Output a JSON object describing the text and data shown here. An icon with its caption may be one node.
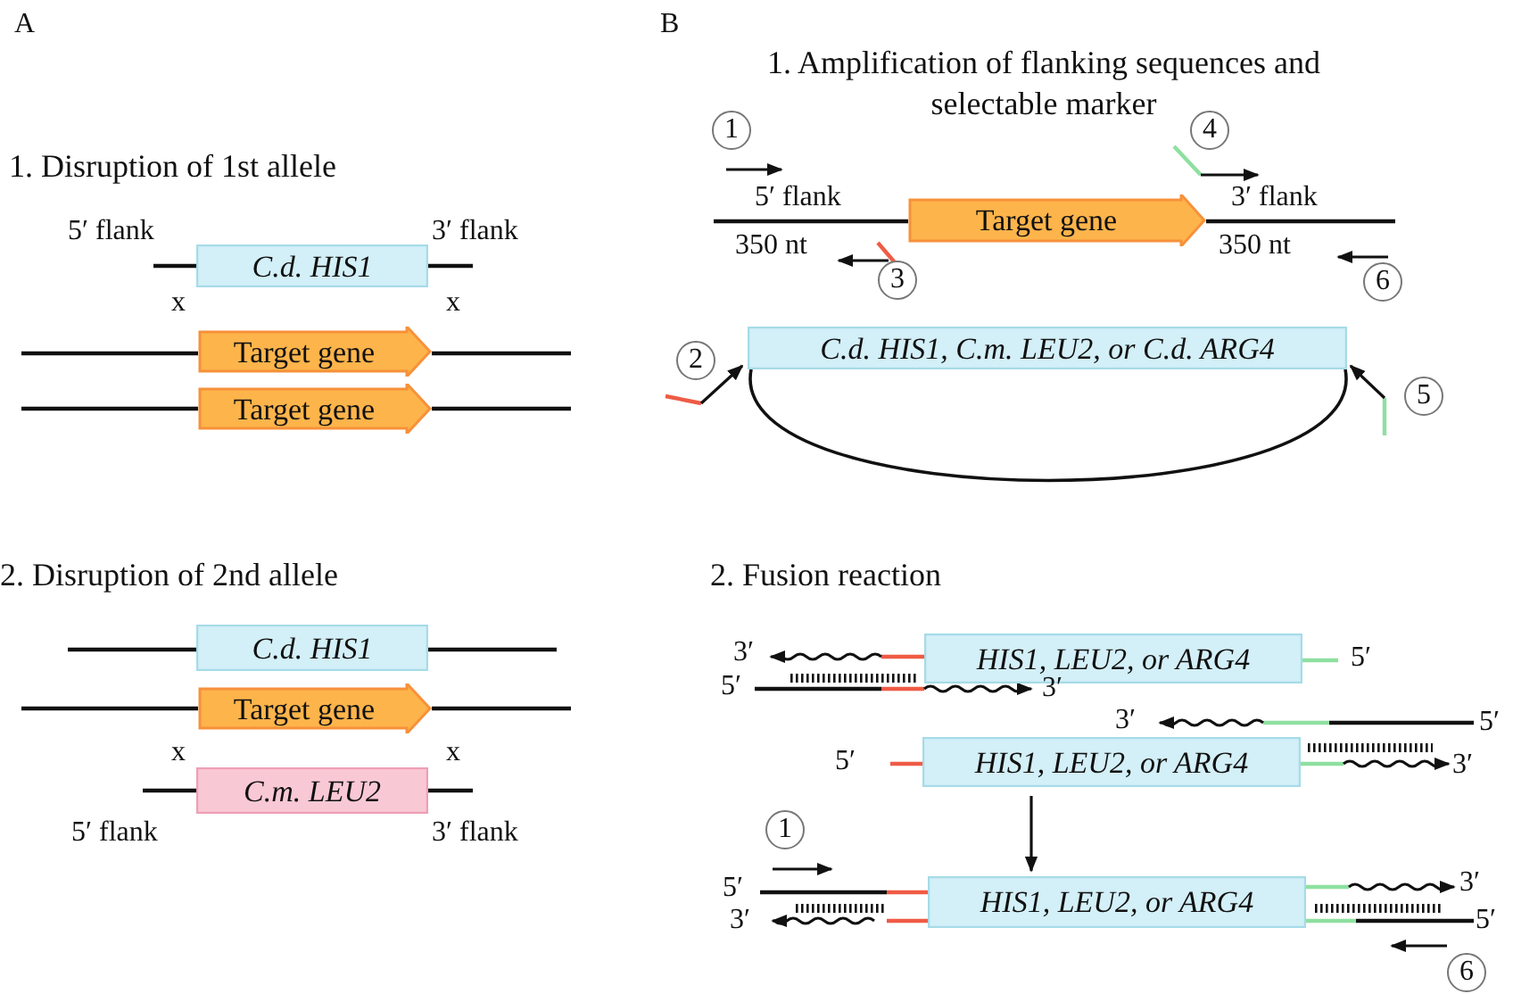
{
  "diagram": {
    "nodes": [
      {
        "text": [
          "C.d. HIS1"
        ],
        "beside": [
          "5′ flank",
          "3′ flank"
        ]
      },
      {
        "text": [
          "Target gene"
        ]
      },
      {
        "text": [
          "Target gene"
        ]
      },
      {
        "text": [
          "C.d. HIS1"
        ]
      },
      {
        "text": [
          "Target gene"
        ]
      },
      {
        "text": [
          "C.m. LEU2"
        ],
        "beside": [
          "5′ flank",
          "3′ flank"
        ]
      },
      {
        "text": [
          "Target gene"
        ],
        "beside": [
          "5′ flank",
          "3′ flank",
          "350 nt",
          "350 nt"
        ]
      },
      {
        "text": [
          "C.d. HIS1, C.m. LEU2, or C.d. ARG4"
        ]
      },
      {
        "text": [
          "HIS1, LEU2, or ARG4"
        ],
        "beside": [
          "5′"
        ]
      },
      {
        "text": [
          "HIS1, LEU2, or ARG4"
        ]
      },
      {
        "text": [
          "HIS1, LEU2, or ARG4"
        ]
      }
    ],
    "edges": [
      {
        "from": null,
        "to": 7,
        "arrow": "to"
      },
      {
        "from": null,
        "to": 7,
        "arrow": "to"
      },
      {
        "from": 9,
        "to": 10,
        "arrow": "to"
      }
    ],
    "labels": [
      "A",
      "B",
      "1. Amplification of flanking sequences and selectable marker",
      "1",
      "4",
      "1. Disruption of 1st allele",
      "3",
      "6",
      "x",
      "x",
      "2",
      "5",
      "2. Disruption of 2nd allele",
      "2. Fusion reaction",
      "3′",
      "5′",
      "3′",
      "3′",
      "5′",
      "5′",
      "3′",
      "x",
      "x",
      "1",
      "5′",
      "3′",
      "3′",
      "5′",
      "6"
    ]
  }
}
